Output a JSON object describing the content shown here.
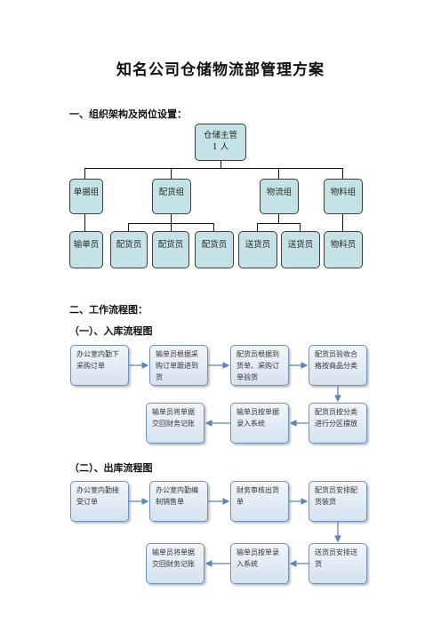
{
  "document": {
    "title": "知名公司仓储物流部管理方案",
    "section1": "一、组织架构及岗位设置：",
    "section2": "二、工作流程图：",
    "sub1": "（一）、入库流程图",
    "sub2": "（二）、出库流程图"
  },
  "org": {
    "top": {
      "line1": "仓储主管",
      "line2": "1 人"
    },
    "groups": [
      "单据组",
      "配货组",
      "物流组",
      "物料组"
    ],
    "members": [
      "输单员",
      "配货员",
      "配货员",
      "配货员",
      "送货员",
      "送货员",
      "物料员"
    ]
  },
  "inbound": [
    "办公室内勤下采购订单",
    "输单员根据采购订单跟进到货",
    "配货员根据到货单、采购订单验货",
    "配货员验收合格按商品分类",
    "配货员按分类进行分区摆放",
    "输单员按单据录入系统",
    "输单员将单据交回财务记账"
  ],
  "outbound": [
    "办公室内勤接受订单",
    "办公室内勤编制销售单",
    "财务审核出货单",
    "配货员安排配货装货",
    "送货员安排送货",
    "输单员按单录入系统",
    "输单员将单据交回财务记账"
  ]
}
